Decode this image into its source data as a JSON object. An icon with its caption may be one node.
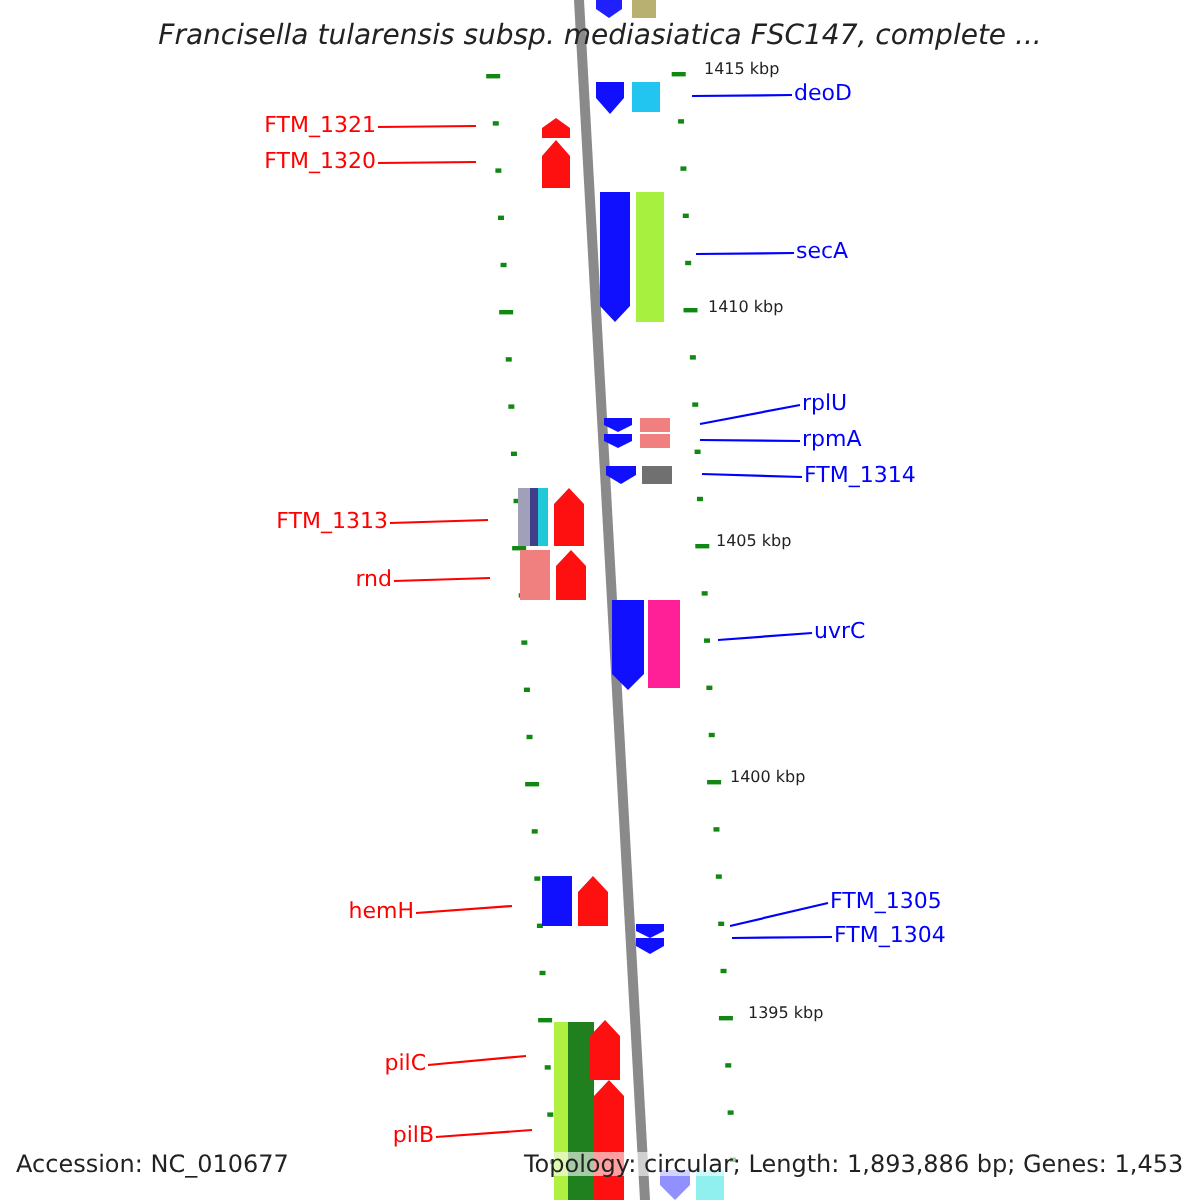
{
  "diagram": {
    "title": "Francisella tularensis subsp. mediasiatica FSC147, complete ...",
    "nodes": [
      {
        "text": [
          "deoD"
        ]
      },
      {
        "text": [
          "FTM_1321"
        ]
      },
      {
        "text": [
          "FTM_1320"
        ]
      },
      {
        "text": [
          "secA"
        ]
      },
      {
        "text": [
          "rplU"
        ]
      },
      {
        "text": [
          "rpmA"
        ]
      },
      {
        "text": [
          "FTM_1314"
        ]
      },
      {
        "text": [
          "FTM_1313"
        ]
      },
      {
        "text": [
          "rnd"
        ]
      },
      {
        "text": [
          "uvrC"
        ]
      },
      {
        "text": [
          "FTM_1305"
        ]
      },
      {
        "text": [
          "hemH"
        ]
      },
      {
        "text": [
          "FTM_1304"
        ]
      },
      {
        "text": [
          "pilC"
        ]
      },
      {
        "text": [
          "pilB"
        ]
      }
    ],
    "edges": [
      {
        "from": 0,
        "to": null,
        "arrow": "none"
      },
      {
        "from": 1,
        "to": null,
        "arrow": "none",
        "color": "#ff0000"
      },
      {
        "from": 2,
        "to": null,
        "arrow": "none",
        "color": "#ff0000"
      },
      {
        "from": 3,
        "to": null,
        "arrow": "none"
      },
      {
        "from": 4,
        "to": null,
        "arrow": "none"
      },
      {
        "from": 5,
        "to": null,
        "arrow": "none"
      },
      {
        "from": 6,
        "to": null,
        "arrow": "none"
      },
      {
        "from": 7,
        "to": null,
        "arrow": "none",
        "color": "#ff0000"
      },
      {
        "from": 8,
        "to": null,
        "arrow": "none",
        "color": "#ff0000"
      },
      {
        "from": 9,
        "to": null,
        "arrow": "none"
      },
      {
        "from": 10,
        "to": null,
        "arrow": "none"
      },
      {
        "from": 11,
        "to": null,
        "arrow": "none",
        "color": "#ff0000"
      },
      {
        "from": 12,
        "to": null,
        "arrow": "none"
      },
      {
        "from": 13,
        "to": null,
        "arrow": "none",
        "color": "#ff0000"
      },
      {
        "from": 14,
        "to": null,
        "arrow": "none",
        "color": "#ff0000"
      }
    ],
    "labels": [
      "1415 kbp",
      "1410 kbp",
      "1405 kbp",
      "1400 kbp",
      "1395 kbp",
      "Accession: NC_010677",
      "Topology: circular; Length: 1,893,886 bp; Genes: 1,453"
    ]
  }
}
